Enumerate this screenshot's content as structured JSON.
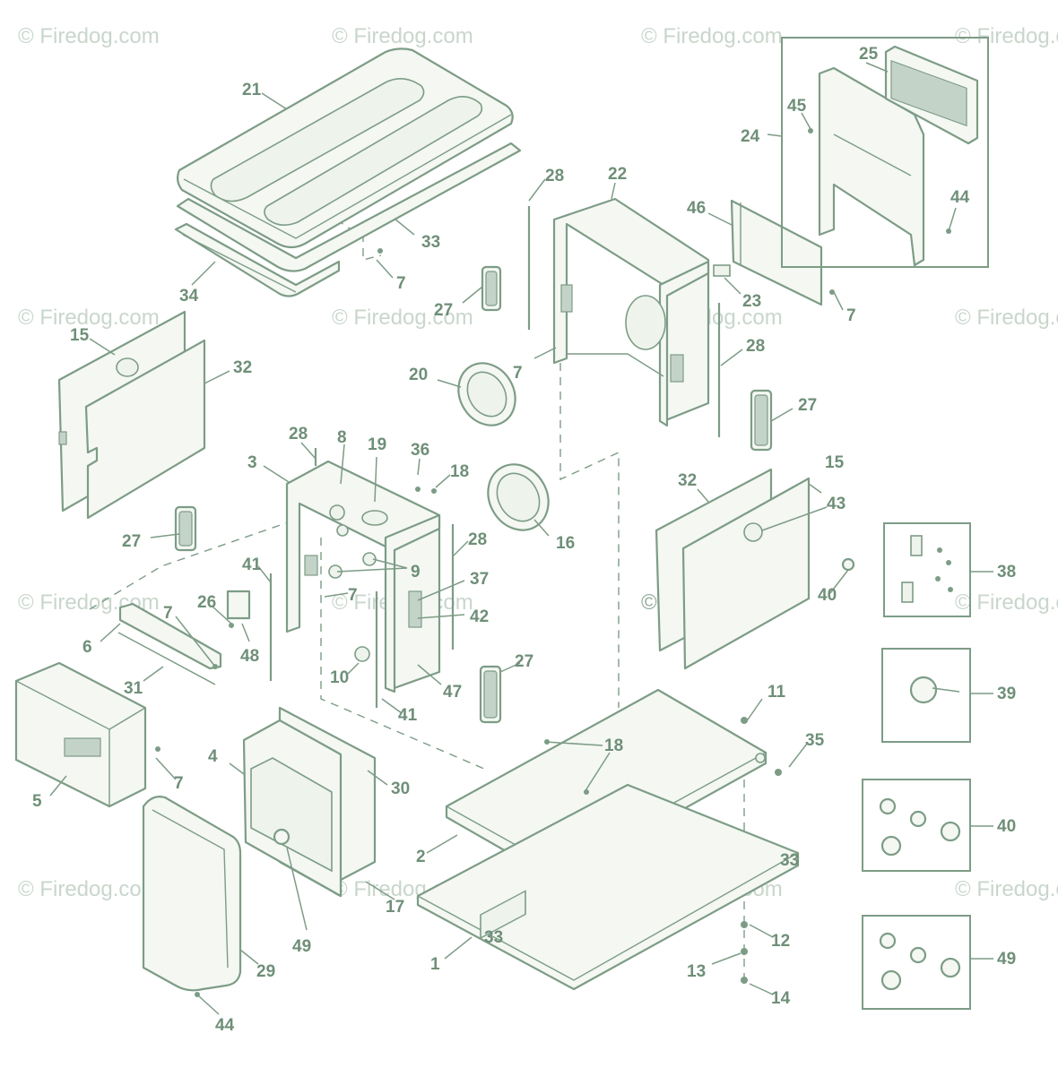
{
  "watermark": {
    "text": "© Firedog.com"
  },
  "callouts": {
    "c1": "1",
    "c2": "2",
    "c3": "3",
    "c4": "4",
    "c5": "5",
    "c6": "6",
    "c7": "7",
    "c8": "8",
    "c9": "9",
    "c10": "10",
    "c11": "11",
    "c12": "12",
    "c13": "13",
    "c14": "14",
    "c15": "15",
    "c16": "16",
    "c17": "17",
    "c18": "18",
    "c19": "19",
    "c20": "20",
    "c21": "21",
    "c22": "22",
    "c23": "23",
    "c24": "24",
    "c25": "25",
    "c26": "26",
    "c27": "27",
    "c28": "28",
    "c29": "29",
    "c30": "30",
    "c31": "31",
    "c32": "32",
    "c33": "33",
    "c34": "34",
    "c35": "35",
    "c36": "36",
    "c37": "37",
    "c38": "38",
    "c39": "39",
    "c40": "40",
    "c41": "41",
    "c42": "42",
    "c43": "43",
    "c44": "44",
    "c45": "45",
    "c46": "46",
    "c47": "47",
    "c48": "48",
    "c49": "49"
  },
  "part_marks": {
    "base_label": "33",
    "base_label_right": "33"
  }
}
